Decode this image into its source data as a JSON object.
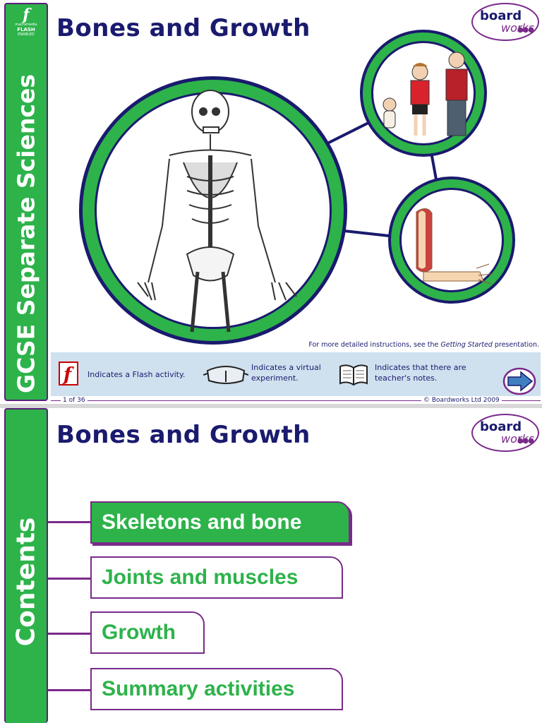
{
  "slide1": {
    "sidebar_text": "GCSE Separate Sciences",
    "flash_logo": {
      "line1": "macromedia",
      "line2": "FLASH",
      "line3": "ENABLED"
    },
    "title": "Bones and Growth",
    "logo": {
      "word1": "board",
      "word2": "works"
    },
    "instructions": {
      "prefix": "For more detailed instructions, see the ",
      "emph": "Getting Started",
      "suffix": " presentation."
    },
    "legend": [
      {
        "icon": "flash-icon",
        "text": "Indicates a Flash activity."
      },
      {
        "icon": "goggles-icon",
        "text": "Indicates a virtual experiment."
      },
      {
        "icon": "book-icon",
        "text": "Indicates that there are teacher's notes."
      }
    ],
    "footer": {
      "page": "1 of 36",
      "copyright": "© Boardworks Ltd 2009"
    }
  },
  "slide2": {
    "sidebar_text": "Contents",
    "title": "Bones and Growth",
    "logo": {
      "word1": "board",
      "word2": "works"
    },
    "menu": [
      {
        "label": "Skeletons and bone",
        "active": true
      },
      {
        "label": "Joints and muscles",
        "active": false
      },
      {
        "label": "Growth",
        "active": false
      },
      {
        "label": "Summary activities",
        "active": false
      }
    ]
  },
  "colors": {
    "green": "#2db34a",
    "purple": "#7a2a8a",
    "navy": "#1a1a6e",
    "legend_bg": "#cfe0ee"
  }
}
